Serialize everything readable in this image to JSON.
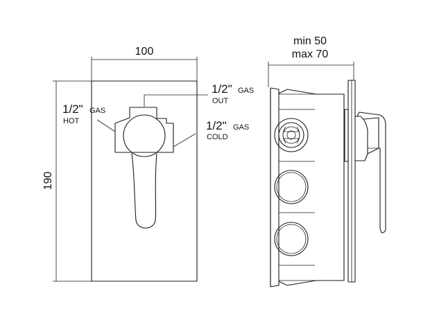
{
  "dimensions": {
    "width": "100",
    "height": "190",
    "depth_min": "min 50",
    "depth_max": "max 70"
  },
  "connections": {
    "out": {
      "size": "1/2\"",
      "type": "GAS",
      "label": "OUT"
    },
    "hot": {
      "size": "1/2\"",
      "type": "GAS",
      "label": "HOT"
    },
    "cold": {
      "size": "1/2\"",
      "type": "GAS",
      "label": "COLD"
    }
  }
}
